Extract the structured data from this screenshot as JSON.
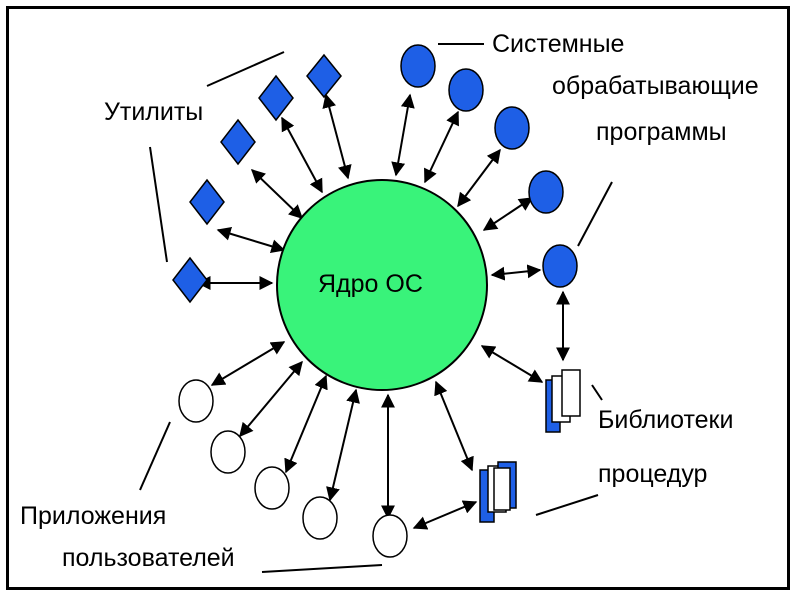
{
  "labels": {
    "kernel": "Ядро ОС",
    "utilities": "Утилиты",
    "system_programs_line1": "Системные",
    "system_programs_line2": "обрабатывающие",
    "system_programs_line3": "программы",
    "libraries_line1": "Библиотеки",
    "libraries_line2": "процедур",
    "apps_line1": "Приложения",
    "apps_line2": "пользователей"
  },
  "colors": {
    "kernel_fill": "#39f37a",
    "blue_fill": "#1e5fe6",
    "white_fill": "#ffffff",
    "stroke": "#000000"
  },
  "icons": {
    "utility": "blue-diamond-icon",
    "system_program": "blue-circle-icon",
    "library": "book-stack-icon",
    "application": "white-circle-icon"
  }
}
